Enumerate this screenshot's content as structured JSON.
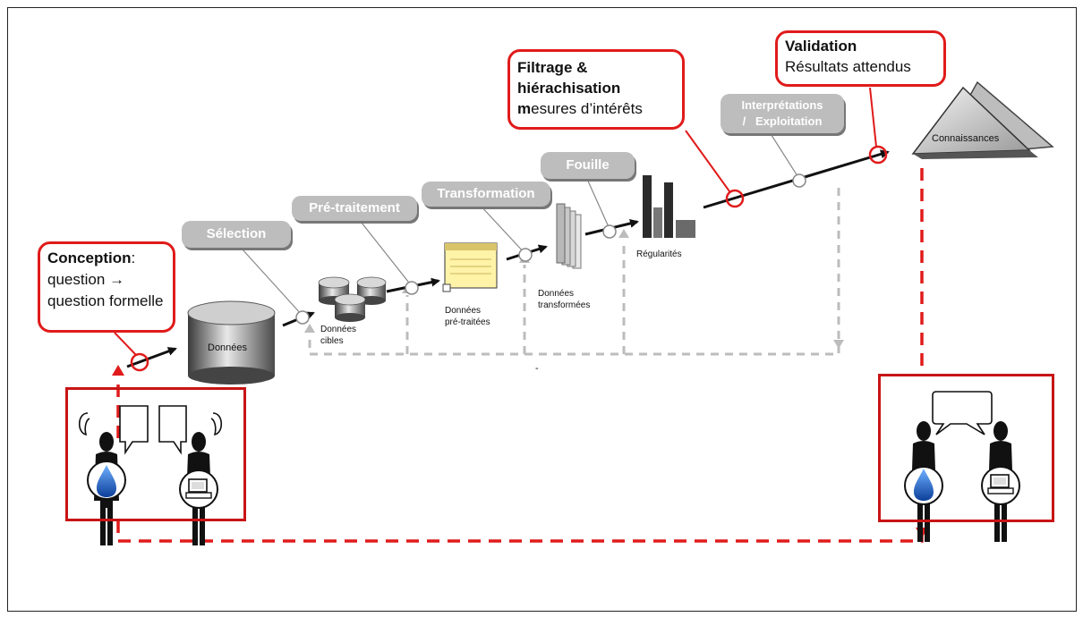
{
  "callouts": {
    "conception": {
      "bold": "Conception",
      "suffix": ":",
      "line2": "question →",
      "line3": "question formelle"
    },
    "filtrage": {
      "bold1": "Filtrage &",
      "bold2": "hiérachisation",
      "line3_b": "m",
      "line3_rest": "esures d’intérêts"
    },
    "validation": {
      "bold": "Validation",
      "line2": "Résultats attendus"
    }
  },
  "stages": {
    "selection": "Sélection",
    "pretraitement": "Pré-traitement",
    "transformation": "Transformation",
    "fouille": "Fouille",
    "interpretation_l1": "Interprétations",
    "interpretation_l2": "/   Exploitation"
  },
  "labels": {
    "donnees": "Données",
    "donnees_cibles_1": "Données",
    "donnees_cibles_2": "cibles",
    "donnees_pretraitees_1": "Données",
    "donnees_pretraitees_2": "pré-traitées",
    "donnees_transformees_1": "Données",
    "donnees_transformees_2": "transformées",
    "regularites": "Régularités",
    "connaissances": "Connaissances",
    "dash_mark": "-"
  },
  "colors": {
    "accent_red": "#e01b1b",
    "stage_gray": "#bdbdbd",
    "feedback_gray": "#bcbcbc",
    "flow_black": "#111111",
    "drop_blue": "#1a5fc2"
  }
}
